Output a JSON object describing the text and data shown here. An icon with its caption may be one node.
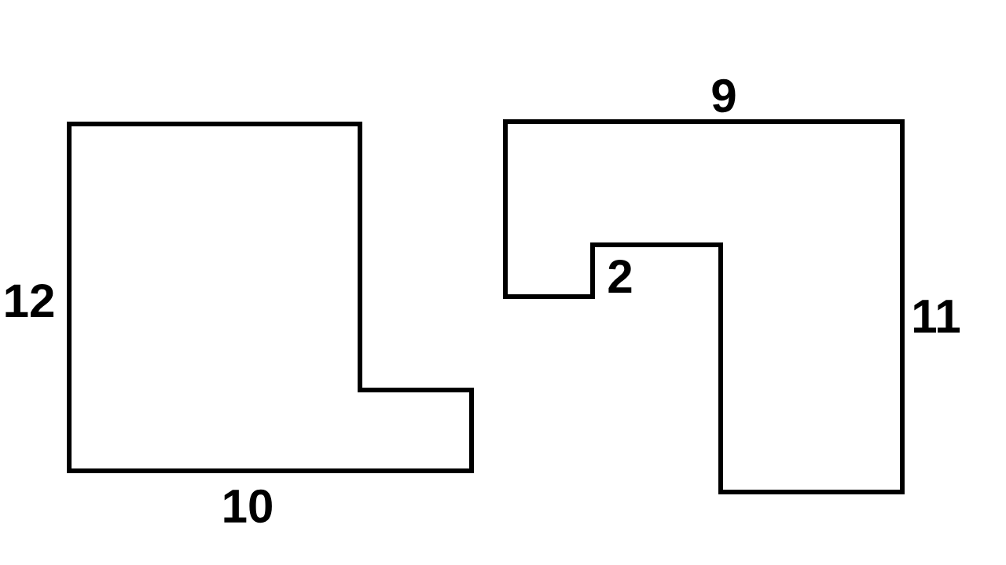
{
  "diagram": {
    "nodes": [
      {
        "text": [],
        "shape": "polygon"
      },
      {
        "text": [],
        "shape": "polygon"
      }
    ],
    "labels": [
      "9",
      "12",
      "2",
      "11",
      "10"
    ]
  }
}
